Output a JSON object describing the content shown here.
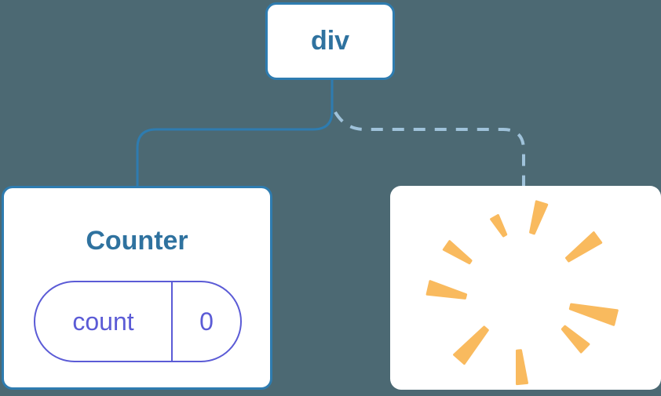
{
  "diagram": {
    "description": "component-tree-diagram",
    "root": {
      "label": "div"
    },
    "counter": {
      "title": "Counter",
      "state": {
        "key": "count",
        "value": "0"
      }
    },
    "removed": {
      "icon": "poof-burst-icon"
    },
    "edges": [
      {
        "from": "div",
        "to": "Counter",
        "style": "solid"
      },
      {
        "from": "div",
        "to": "removed",
        "style": "dashed"
      }
    ]
  },
  "colors": {
    "background": "#4c6973",
    "node_fill": "#ffffff",
    "node_border": "#2e7cb0",
    "node_text": "#2f729f",
    "solid_edge": "#2e7cb0",
    "dashed_edge": "#9fc2da",
    "state_accent": "#5b5bd6",
    "burst": "#f9ba5e"
  }
}
